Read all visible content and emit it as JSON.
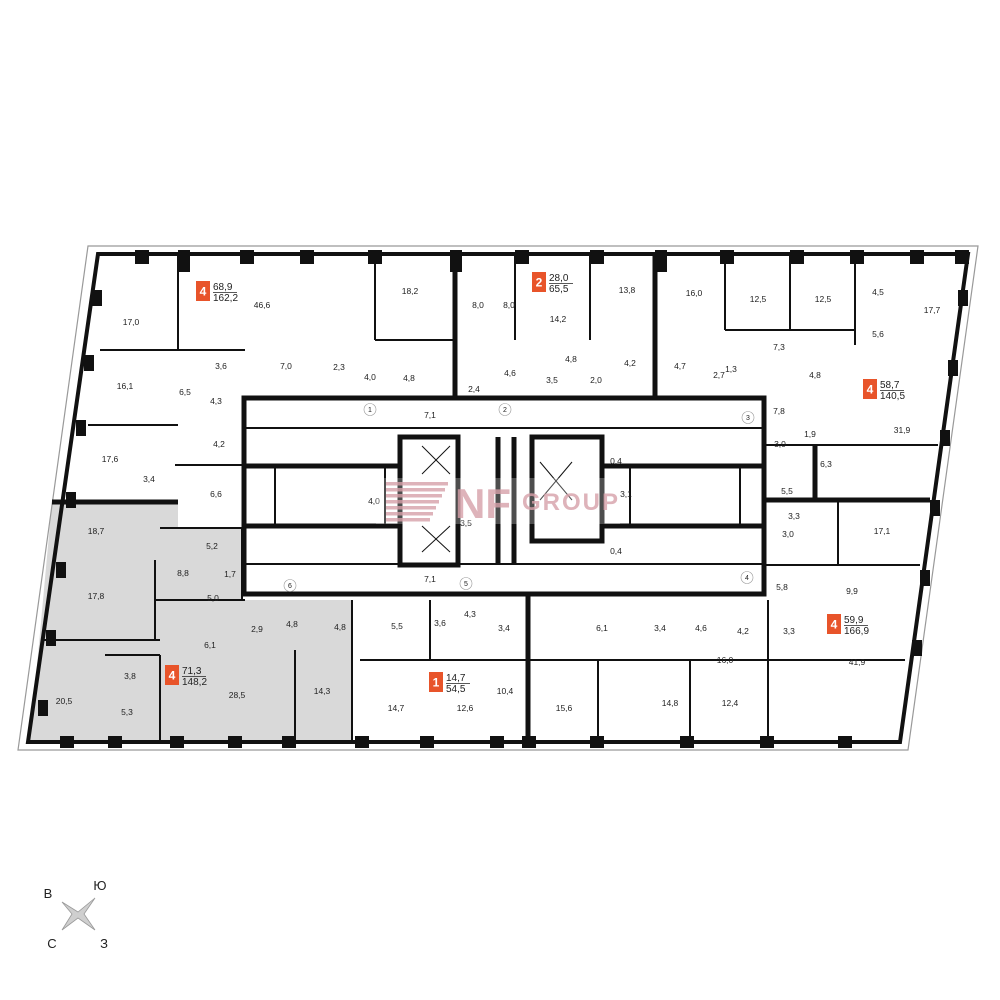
{
  "colors": {
    "accent": "#e8542a",
    "wall": "#111111",
    "highlight": "#d9d9d9",
    "logo": "#d9a6ae"
  },
  "logo": {
    "mark": "NF",
    "word": "GROUP"
  },
  "compass": {
    "n": "Ю",
    "w": "В",
    "e": "З",
    "s": "С"
  },
  "apartments": [
    {
      "id": "apt-a",
      "rooms": "4",
      "living": "68,9",
      "total": "162,2"
    },
    {
      "id": "apt-b",
      "rooms": "2",
      "living": "28,0",
      "total": "65,5"
    },
    {
      "id": "apt-c",
      "rooms": "4",
      "living": "58,7",
      "total": "140,5"
    },
    {
      "id": "apt-d",
      "rooms": "4",
      "living": "71,3",
      "total": "148,2"
    },
    {
      "id": "apt-e",
      "rooms": "1",
      "living": "14,7",
      "total": "54,5"
    },
    {
      "id": "apt-f",
      "rooms": "4",
      "living": "59,9",
      "total": "166,9"
    }
  ],
  "rooms": [
    "17,0",
    "46,6",
    "18,2",
    "8,0",
    "8,0",
    "14,2",
    "13,8",
    "16,0",
    "12,5",
    "12,5",
    "4,5",
    "17,7",
    "5,6",
    "7,3",
    "1,3",
    "4,8",
    "7,8",
    "31,9",
    "1,9",
    "6,3",
    "3,0",
    "5,5",
    "3,3",
    "17,1",
    "3,0",
    "5,8",
    "9,9",
    "41,9",
    "16,0",
    "3,3",
    "4,2",
    "4,6",
    "3,4",
    "6,1",
    "14,8",
    "12,4",
    "15,6",
    "10,4",
    "12,6",
    "14,7",
    "3,4",
    "4,3",
    "3,6",
    "5,5",
    "4,8",
    "14,3",
    "4,8",
    "2,9",
    "6,1",
    "28,5",
    "5,0",
    "1,7",
    "5,2",
    "8,8",
    "18,7",
    "17,8",
    "20,5",
    "3,8",
    "5,3",
    "6,6",
    "3,4",
    "17,6",
    "4,2",
    "16,1",
    "6,5",
    "4,3",
    "3,6",
    "7,0",
    "2,3",
    "4,0",
    "4,8",
    "2,4",
    "4,6",
    "4,8",
    "3,5",
    "2,0",
    "4,2",
    "4,7",
    "2,7",
    "7,1",
    "7,1",
    "4,0",
    "3,5",
    "3,1",
    "0,4",
    "0,4"
  ],
  "corridor_numbers": [
    "1",
    "2",
    "3",
    "4",
    "5",
    "6"
  ]
}
